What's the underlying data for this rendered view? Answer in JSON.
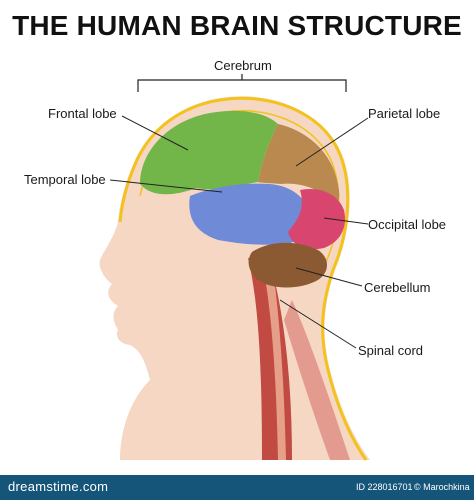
{
  "title": "THE HUMAN BRAIN STRUCTURE",
  "labels": {
    "cerebrum": "Cerebrum",
    "frontal_lobe": "Frontal lobe",
    "parietal_lobe": "Parietal lobe",
    "temporal_lobe": "Temporal lobe",
    "occipital_lobe": "Occipital lobe",
    "cerebellum": "Cerebellum",
    "spinal_cord": "Spinal cord"
  },
  "colors": {
    "frontal": "#72b64a",
    "parietal": "#b9894f",
    "temporal": "#6f8ad6",
    "occipital": "#d8466f",
    "cerebellum": "#8c5a32",
    "skin": "#f6d7c4",
    "outline": "#f2c21d",
    "spine": "#c14a43",
    "footer": "#15557a"
  },
  "footer": {
    "brand": "dreamstime.com",
    "id": "ID 228016701",
    "author": "© Marochkina"
  }
}
